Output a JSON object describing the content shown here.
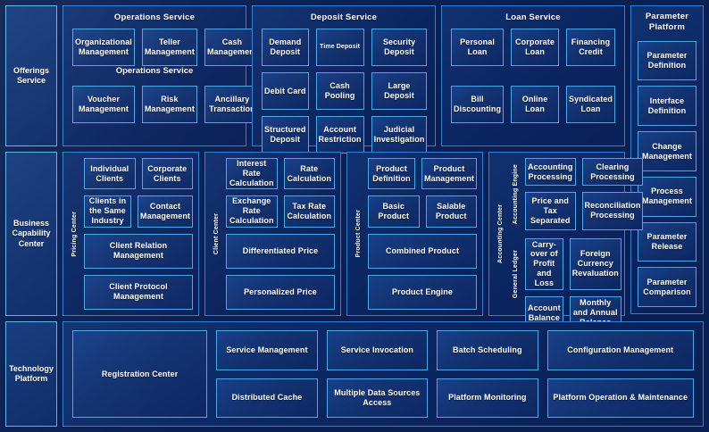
{
  "rows": {
    "offerings": {
      "label": "Offerings Service",
      "services": [
        {
          "title": "Operations Service",
          "ghost_title": "Operations Service",
          "items": [
            {
              "label": "Organizational Management",
              "size": "normal"
            },
            {
              "label": "Teller Management",
              "size": "normal"
            },
            {
              "label": "Cash Management",
              "size": "normal"
            },
            {
              "label": "Voucher Management",
              "size": "normal"
            },
            {
              "label": "Risk Management",
              "size": "normal"
            },
            {
              "label": "Ancillary Transaction",
              "size": "normal"
            }
          ]
        },
        {
          "title": "Deposit Service",
          "ghost_title": "",
          "items": [
            {
              "label": "Demand Deposit",
              "size": "normal"
            },
            {
              "label": "Time Deposit",
              "size": "small"
            },
            {
              "label": "Security Deposit",
              "size": "normal"
            },
            {
              "label": "Debit Card",
              "size": "normal"
            },
            {
              "label": "Cash Pooling",
              "size": "normal"
            },
            {
              "label": "Large Deposit",
              "size": "normal"
            },
            {
              "label": "Structured Deposit",
              "size": "normal"
            },
            {
              "label": "Account Restriction",
              "size": "normal"
            },
            {
              "label": "Judicial Investigation",
              "size": "normal"
            }
          ]
        },
        {
          "title": "Loan Service",
          "ghost_title": "",
          "items": [
            {
              "label": "Personal Loan",
              "size": "normal"
            },
            {
              "label": "Corporate Loan",
              "size": "normal"
            },
            {
              "label": "Financing Credit",
              "size": "normal"
            },
            {
              "label": "Bill Discounting",
              "size": "normal"
            },
            {
              "label": "Online Loan",
              "size": "normal"
            },
            {
              "label": "Syndicated Loan",
              "size": "normal"
            }
          ]
        }
      ]
    },
    "business": {
      "label": "Business Capability Center",
      "centers": [
        {
          "vlabel": "Pricing Center",
          "pair1": [
            "Individual Clients",
            "Corporate Clients"
          ],
          "pair2": [
            "Clients in the Same Industry",
            "Contact Management"
          ],
          "wide1": "Client Relation Management",
          "wide2": "Client Protocol Management"
        },
        {
          "vlabel": "Client Center",
          "pair1": [
            "Interest Rate Calculation",
            "Rate Calculation"
          ],
          "pair2": [
            "Exchange Rate Calculation",
            "Tax Rate Calculation"
          ],
          "wide1": "Differentiated Price",
          "wide2": "Personalized Price"
        },
        {
          "vlabel": "Product Center",
          "pair1": [
            "Product Definition",
            "Product Management"
          ],
          "pair2": [
            "Basic Product",
            "Salable Product"
          ],
          "wide1": "Combined Product",
          "wide2": "Product Engine"
        }
      ],
      "accounting": {
        "vlabel": "Accounting Center",
        "sub1": {
          "vlabel": "Accounting Engine",
          "items": [
            "Accounting Processing",
            "Clearing Processing",
            "Price and Tax Separated",
            "Reconciliation Processing"
          ]
        },
        "sub2": {
          "vlabel": "General Ledger",
          "items": [
            "Carry-over of Profit and Loss",
            "Foreign Currency Revaluation",
            "Account Balance",
            "Monthly and Annual Balance"
          ]
        }
      }
    },
    "technology": {
      "label": "Technology Platform",
      "registration": "Registration Center",
      "columns": [
        [
          "Service Management",
          "Distributed Cache"
        ],
        [
          "Service Invocation",
          "Multiple Data Sources Access"
        ],
        [
          "Batch Scheduling",
          "Platform Monitoring"
        ],
        [
          "Configuration Management",
          "Platform Operation & Maintenance"
        ]
      ]
    }
  },
  "parameter_platform": {
    "title": "Parameter Platform",
    "items": [
      "Parameter Definition",
      "Interface Definition",
      "Change Management",
      "Process Management",
      "Parameter Release",
      "Parameter Comparison"
    ]
  },
  "colors": {
    "background": "#0a1f52",
    "panel_border": "#2f7fd6",
    "box_border": "#4aa8ea",
    "label_border": "#5ab4f0",
    "text": "#ffffff"
  }
}
